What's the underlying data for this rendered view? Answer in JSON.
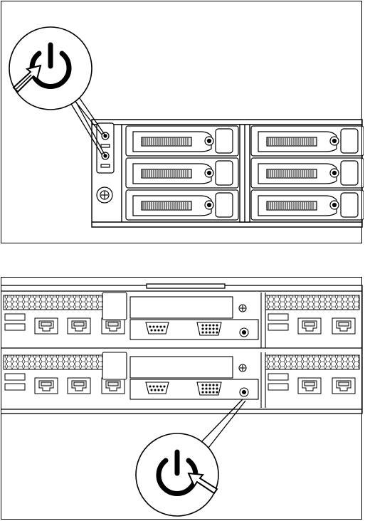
{
  "figure": {
    "panels": [
      {
        "id": "front",
        "view": "front-view",
        "callout_icon": "power-symbol-icon"
      },
      {
        "id": "rear",
        "view": "rear-view",
        "callout_icon": "power-symbol-icon"
      }
    ],
    "front": {
      "drive_bays": {
        "rows": 3,
        "columns": 2
      }
    },
    "rear": {
      "nodes": 2
    },
    "colors": {
      "stroke": "#000000",
      "background": "#ffffff",
      "fill_light": "#e8e8e8"
    }
  }
}
